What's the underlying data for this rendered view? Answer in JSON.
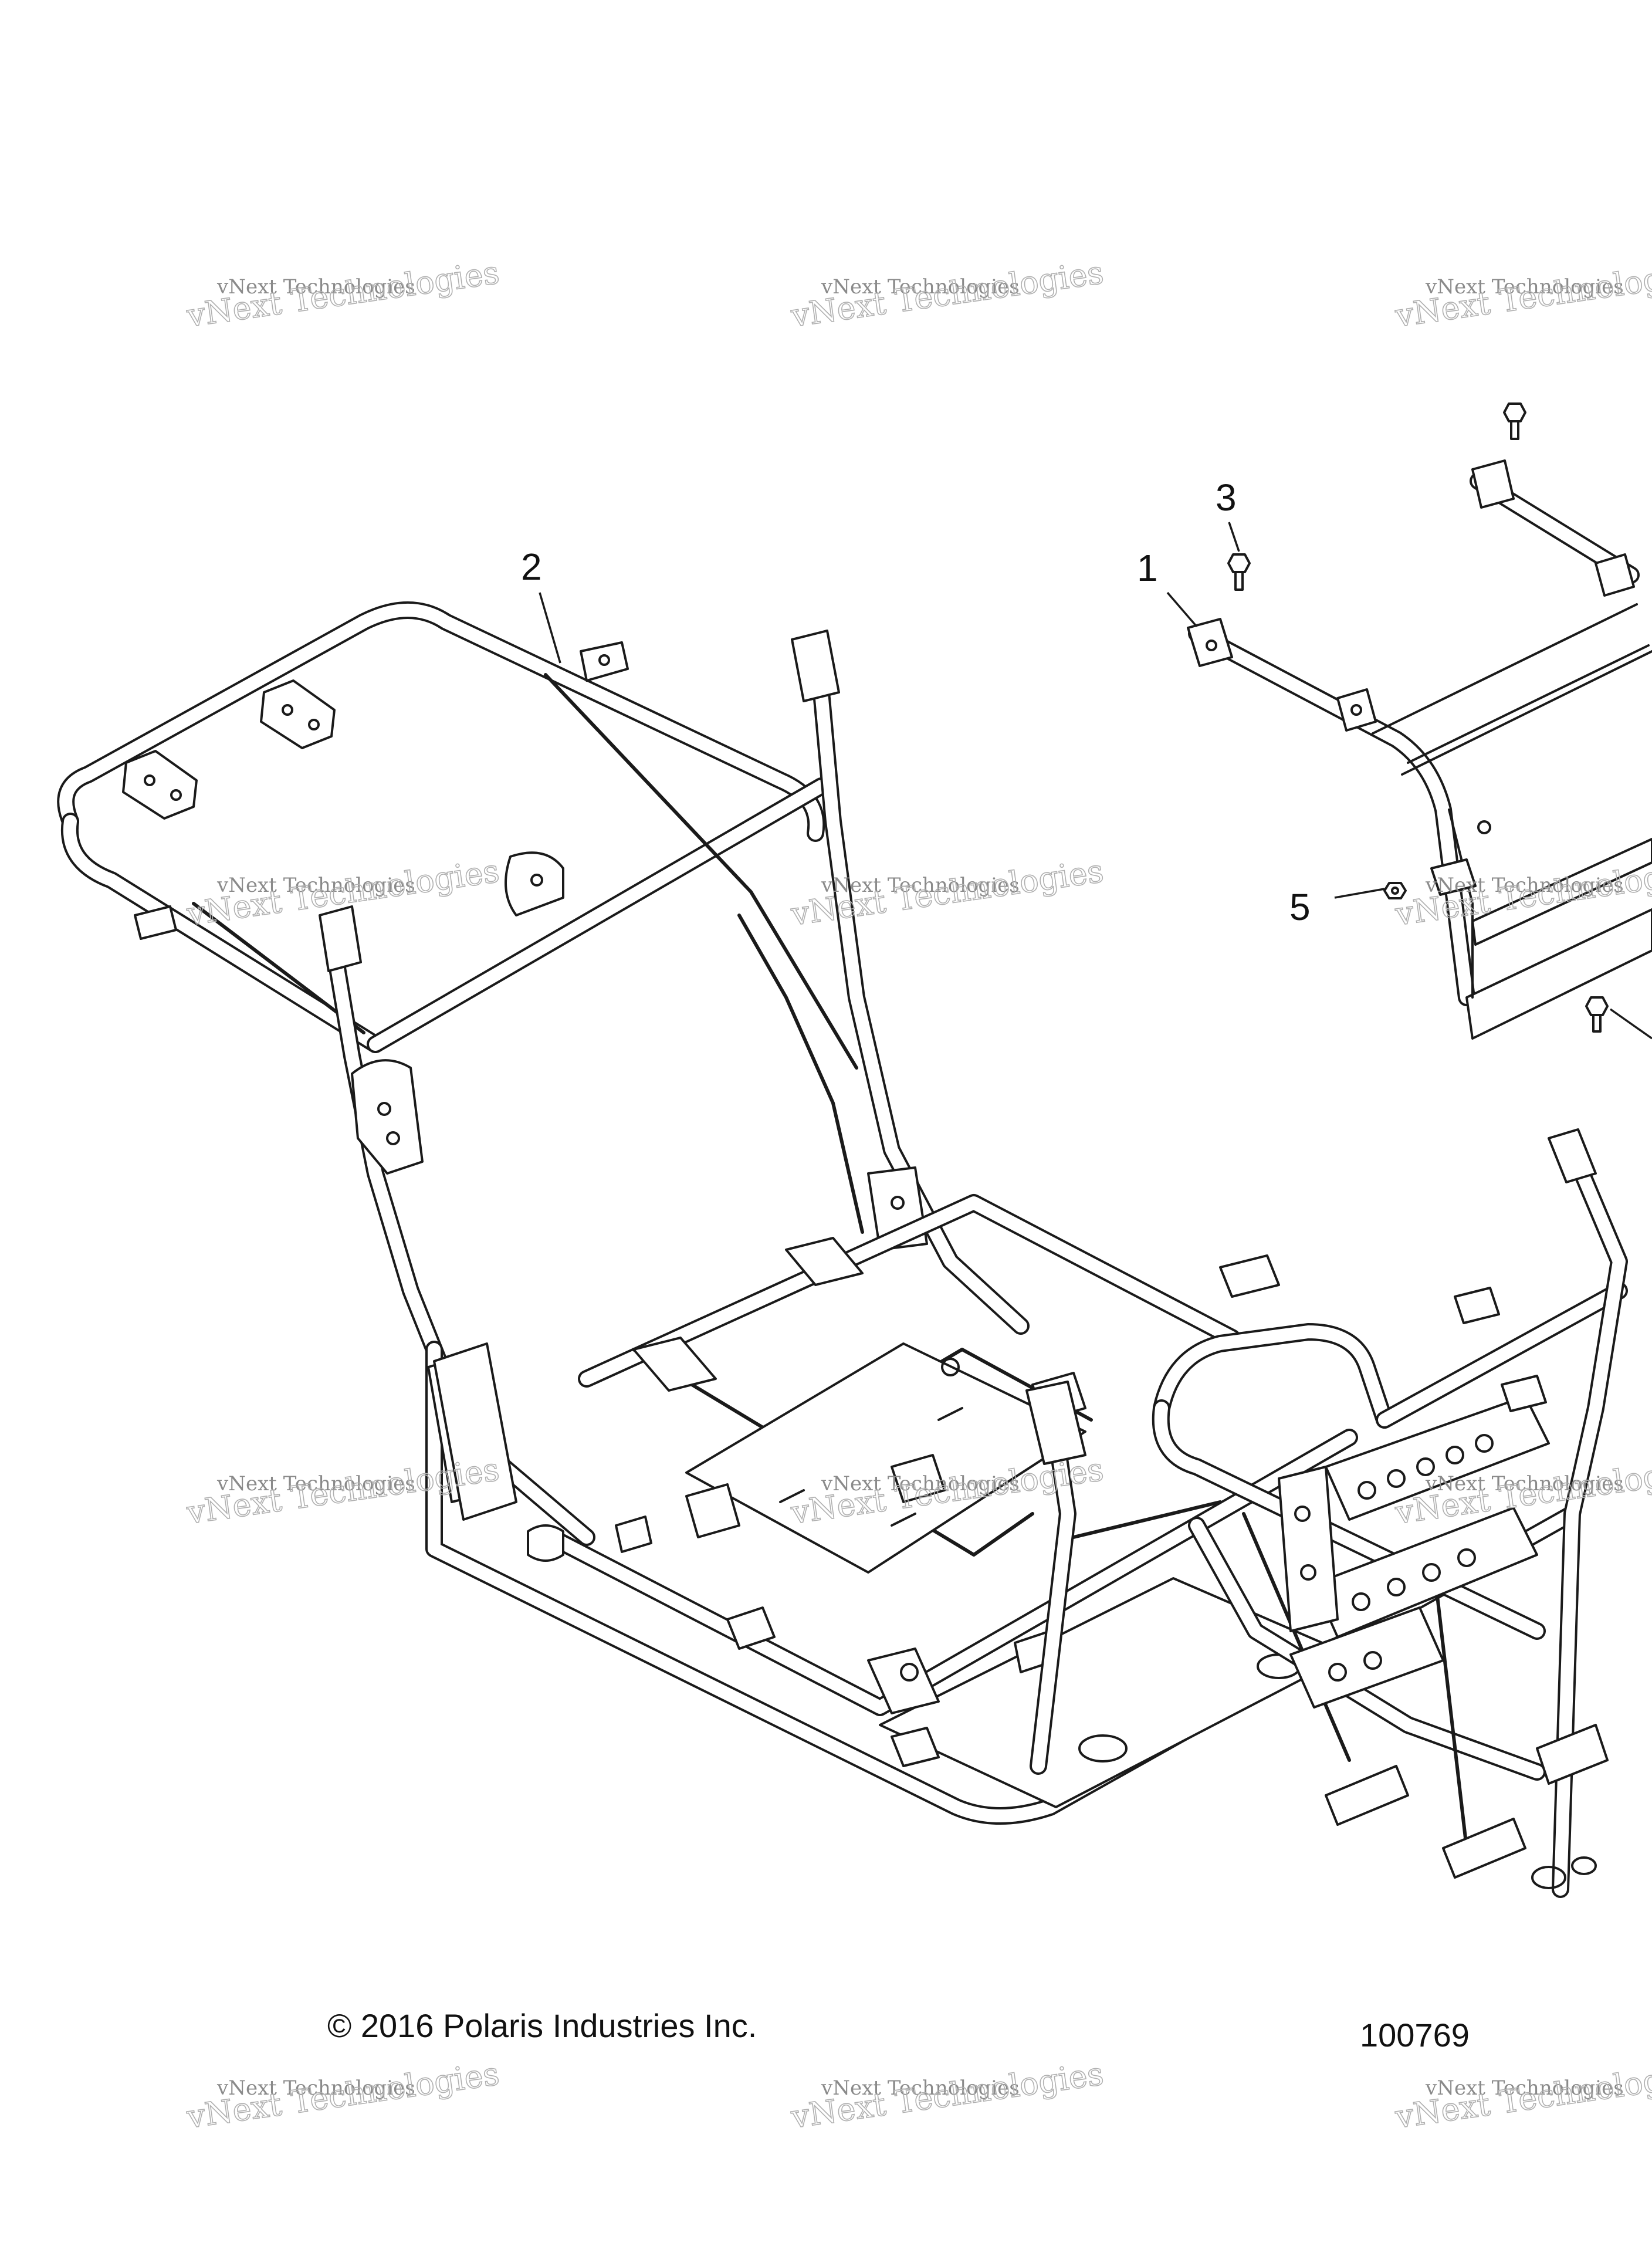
{
  "copyright": "© 2016 Polaris Industries Inc.",
  "figure_number": "100769",
  "watermark": {
    "line1": "vNext Technologies",
    "line2": "vNext Technologies"
  },
  "callouts": [
    {
      "id": "2",
      "label": "2"
    },
    {
      "id": "3",
      "label": "3"
    },
    {
      "id": "1",
      "label": "1"
    },
    {
      "id": "5",
      "label": "5"
    }
  ]
}
